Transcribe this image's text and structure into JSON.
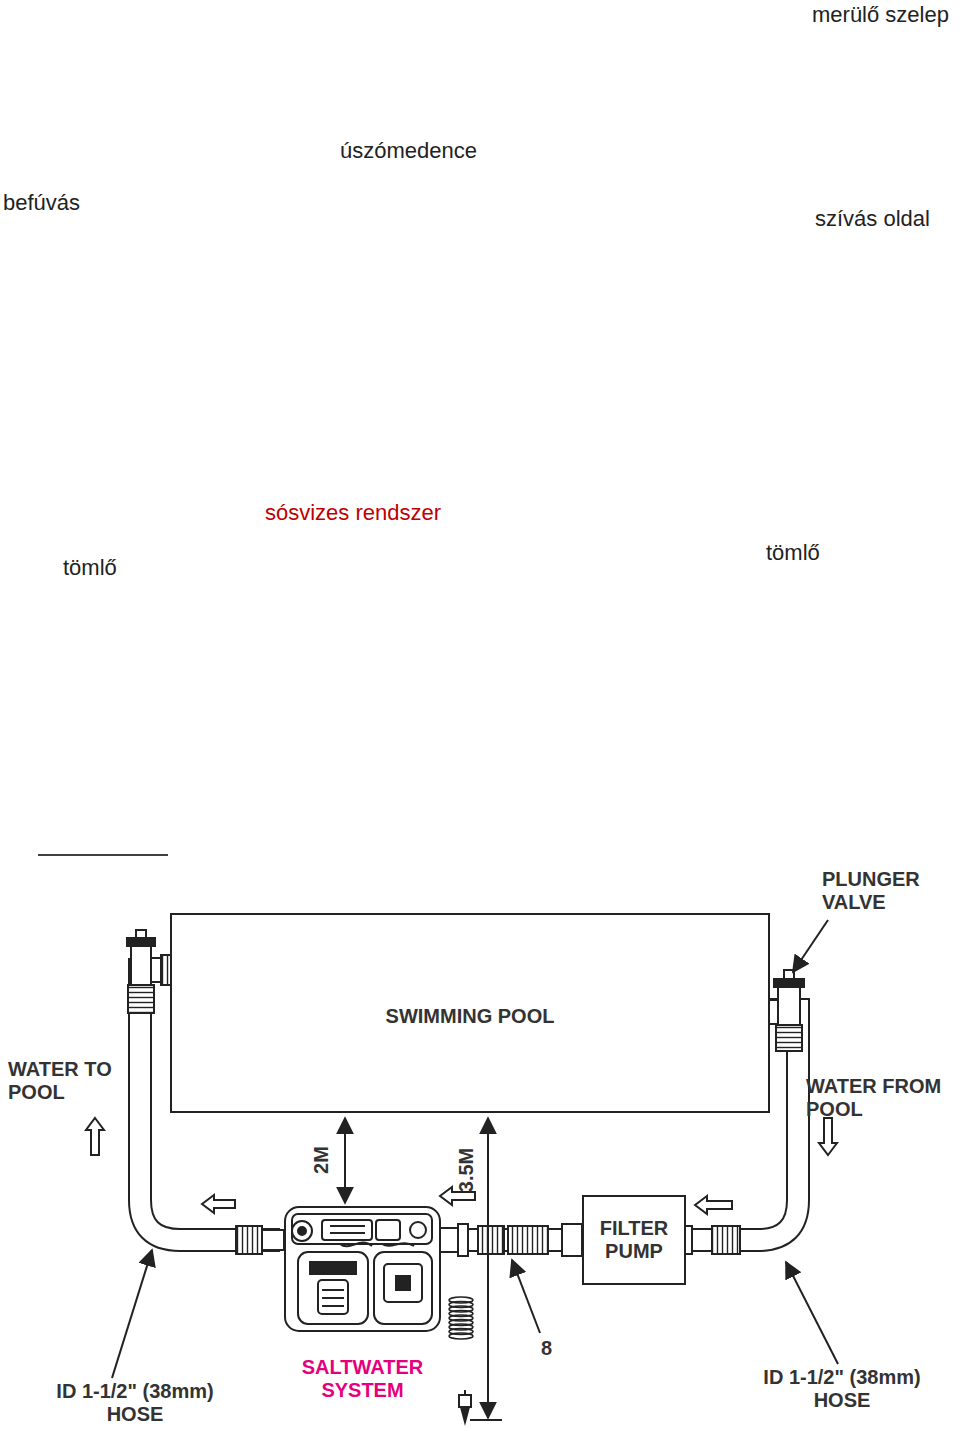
{
  "diagram": {
    "nodes": [
      {
        "text": [
          "SWIMMING POOL"
        ]
      },
      {
        "text": [
          "SALTWATER SYSTEM"
        ]
      },
      {
        "text": [
          "FILTER PUMP"
        ]
      }
    ],
    "edges": [
      {
        "from": 0,
        "to": 2,
        "arrow": "none"
      },
      {
        "from": 2,
        "to": 1,
        "arrow": "none"
      },
      {
        "from": 1,
        "to": 0,
        "arrow": "none"
      }
    ],
    "labels": [
      "merülő szelep",
      "úszómedence",
      "befúvás",
      "szívás oldal",
      "sósvizes rendszer",
      "tömlő",
      "tömlő",
      "PLUNGER VALVE",
      "WATER TO POOL",
      "WATER FROM POOL",
      "2M",
      "3.5M",
      "8",
      "ID 1-1/2\" (38mm) HOSE",
      "ID 1-1/2\" (38mm) HOSE"
    ]
  }
}
